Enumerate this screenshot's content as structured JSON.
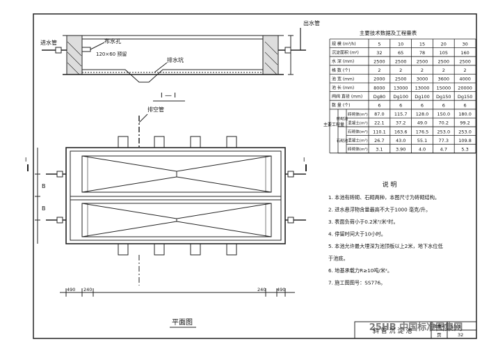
{
  "section": {
    "title": "I — I",
    "labels": {
      "inlet_pipe": "进水管",
      "outlet_pipe": "出水管",
      "inlet_hole": "布水孔",
      "inlet_hole_size": "120×60 预留",
      "drain_trough": "排水坑"
    }
  },
  "plan": {
    "title": "平面图",
    "labels": {
      "vent_pipe": "排空管"
    },
    "dims": {
      "d1": "490",
      "d2": "240",
      "d3": "240",
      "d4": "490",
      "side_a": "B",
      "side_b": "B",
      "cut": "I"
    }
  },
  "table": {
    "title": "主要技术数据及工程量表",
    "rows": [
      {
        "label": "规    模 (m³/h)",
        "values": [
          "5",
          "10",
          "15",
          "20",
          "30"
        ]
      },
      {
        "label": "沉淀面积 (m²)",
        "values": [
          "32",
          "65",
          "78",
          "105",
          "160"
        ]
      },
      {
        "label": "水    深 (mm)",
        "values": [
          "2500",
          "2500",
          "2500",
          "2500",
          "2500"
        ]
      },
      {
        "label": "格    数 (个)",
        "values": [
          "2",
          "2",
          "2",
          "2",
          "2"
        ]
      },
      {
        "label": "池    宽 (mm)",
        "values": [
          "2000",
          "2500",
          "3000",
          "3600",
          "4000"
        ]
      },
      {
        "label": "池    长 (mm)",
        "values": [
          "8000",
          "13000",
          "13000",
          "15000",
          "20000"
        ]
      },
      {
        "label": "闸阀 直径 (mm)",
        "values": [
          "Dg80",
          "Dg100",
          "Dg100",
          "Dg150",
          "Dg150"
        ]
      },
      {
        "label": "数  量 (个)",
        "values": [
          "6",
          "6",
          "6",
          "6",
          "6"
        ]
      }
    ],
    "group_label": "主要工程量",
    "sub_groups": [
      {
        "label": "砖砌池",
        "items": [
          {
            "label": "砖砌体(m³)",
            "values": [
              "87.0",
              "115.7",
              "128.0",
              "150.0",
              "180.0"
            ]
          },
          {
            "label": "混凝土(m³)",
            "values": [
              "22.1",
              "37.2",
              "49.0",
              "70.2",
              "99.2"
            ]
          }
        ]
      },
      {
        "label": "石砌池",
        "items": [
          {
            "label": "石砌体(m³)",
            "values": [
              "110.1",
              "163.6",
              "176.5",
              "253.0",
              "253.0"
            ]
          },
          {
            "label": "混凝土(m³)",
            "values": [
              "26.7",
              "43.0",
              "55.1",
              "77.3",
              "109.8"
            ]
          },
          {
            "label": "砖砌体(m³)",
            "values": [
              "3.1",
              "3.90",
              "4.0",
              "4.7",
              "5.3"
            ]
          }
        ]
      }
    ]
  },
  "notes": {
    "title": "说   明",
    "items": [
      "1. 本池有砖砌、石砌两种，本图尺寸为砖砌结构。",
      "2. 进水悬浮物含量最高不大于1000 毫克/升。",
      "3. 表面负荷小于0.2米³/米²时。",
      "4. 停留时间大于10小时。",
      "5. 本池允许最大埋深为池顶板以上2米，地下水位低",
      "   于池底。",
      "6. 地基承载力R≥10吨/米²。",
      "7. 施工图图号：SS776。"
    ]
  },
  "title_block": {
    "name": "斜 管 沉 淀 池",
    "atlas_label": "图集号",
    "atlas_no": "S5-0",
    "page_label": "页",
    "page_no": "32"
  },
  "watermark": "25HB 中国标准图集网"
}
